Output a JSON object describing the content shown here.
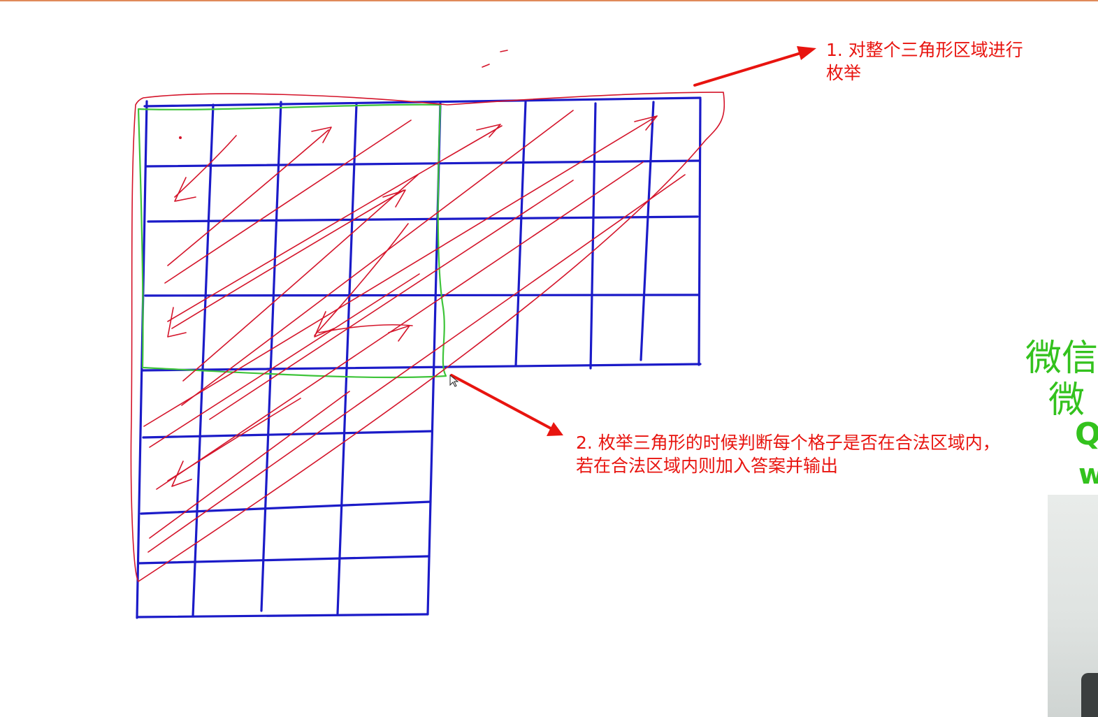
{
  "annotations": {
    "note_1": "1. 对整个三角形区域进行\n枚举",
    "note_2": "2. 枚举三角形的时候判断每个格子是否在合法区域内，\n若在合法区域内则加入答案并输出"
  },
  "watermark": {
    "line_1": "微信",
    "line_2": "微",
    "line_3": "Q",
    "line_4": "w"
  },
  "colors": {
    "grid": "#1b1bc8",
    "enumeration": "#d4142a",
    "valid_region": "#3ec43a",
    "callout": "#e8140f",
    "watermark": "#33c21d"
  }
}
